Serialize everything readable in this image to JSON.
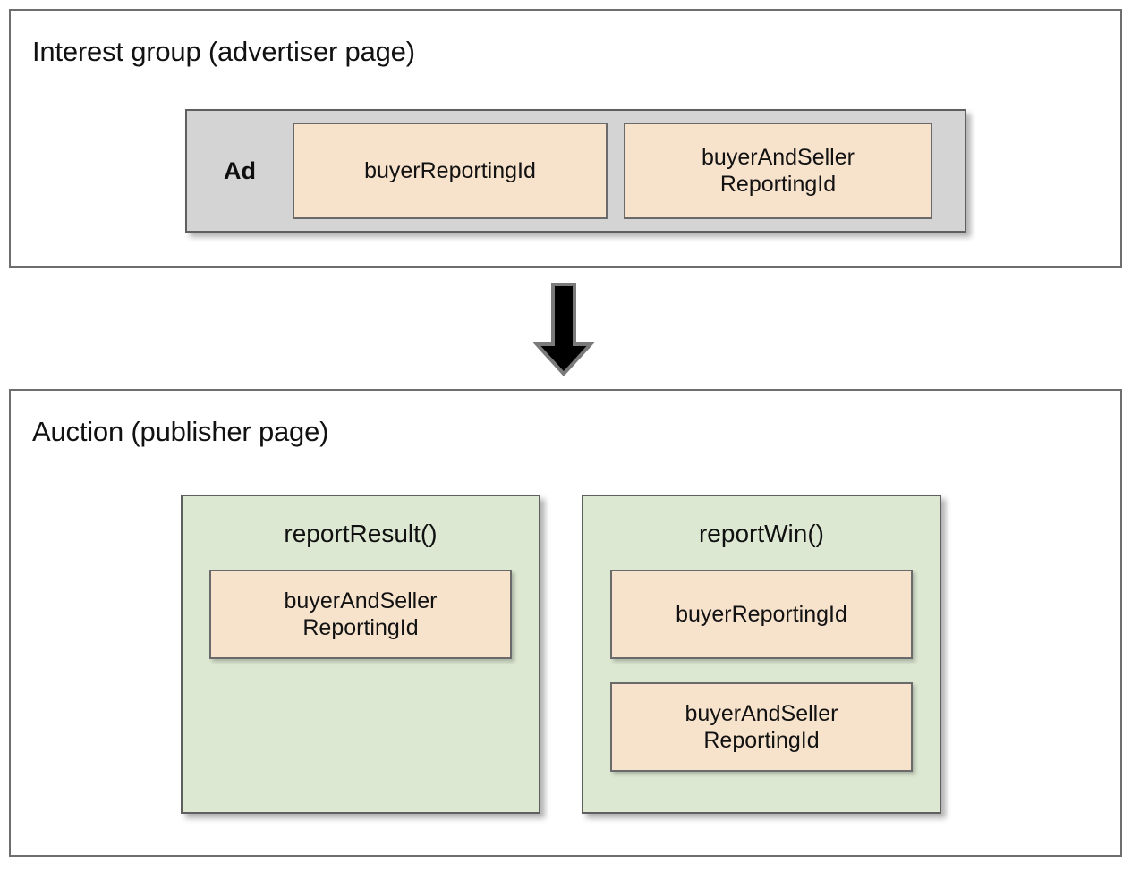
{
  "diagram": {
    "title_semantics": "protected-audience-reporting-ids-flow",
    "colors": {
      "chip_fill": "#F7E2CC",
      "ad_container_fill": "#D4D4D4",
      "function_panel_fill": "#DCE8D2",
      "border": "#6A6A6A",
      "frame_border": "#6E6E6E",
      "arrow_fill": "#000000",
      "arrow_outline": "#7A7A7A",
      "text": "#111111",
      "background": "#FFFFFF"
    }
  },
  "sections": {
    "interest_group": {
      "title": "Interest group (advertiser page)",
      "ad": {
        "label": "Ad",
        "chips": [
          {
            "name": "buyer-reporting-id",
            "text": "buyerReportingId"
          },
          {
            "name": "buyer-and-seller-reporting-id",
            "text": "buyerAndSeller\nReportingId"
          }
        ]
      }
    },
    "arrow": {
      "name": "down-arrow-icon",
      "direction": "down"
    },
    "auction": {
      "title": "Auction (publisher page)",
      "functions": [
        {
          "name": "report-result",
          "label": "reportResult()",
          "chips": [
            {
              "name": "buyer-and-seller-reporting-id",
              "text": "buyerAndSeller\nReportingId"
            }
          ]
        },
        {
          "name": "report-win",
          "label": "reportWin()",
          "chips": [
            {
              "name": "buyer-reporting-id",
              "text": "buyerReportingId"
            },
            {
              "name": "buyer-and-seller-reporting-id",
              "text": "buyerAndSeller\nReportingId"
            }
          ]
        }
      ]
    }
  }
}
